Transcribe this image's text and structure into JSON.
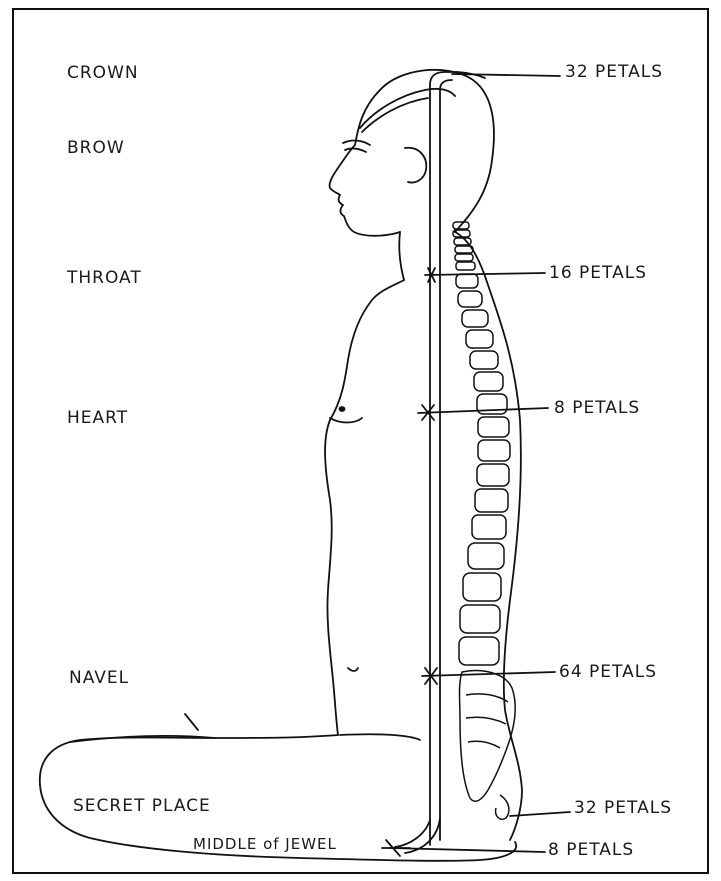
{
  "labels": {
    "crown": "CROWN",
    "brow": "BROW",
    "throat": "THROAT",
    "heart": "HEART",
    "navel": "NAVEL",
    "secret_place": "SECRET PLACE",
    "middle_of_jewel": "MIDDLE of JEWEL"
  },
  "petals": {
    "crown": "32 PETALS",
    "throat": "16 PETALS",
    "heart": "8 PETALS",
    "navel": "64 PETALS",
    "secret_place": "32 PETALS",
    "middle_of_jewel": "8 PETALS"
  },
  "colors": {
    "ink": "#111111",
    "paper": "#ffffff"
  }
}
